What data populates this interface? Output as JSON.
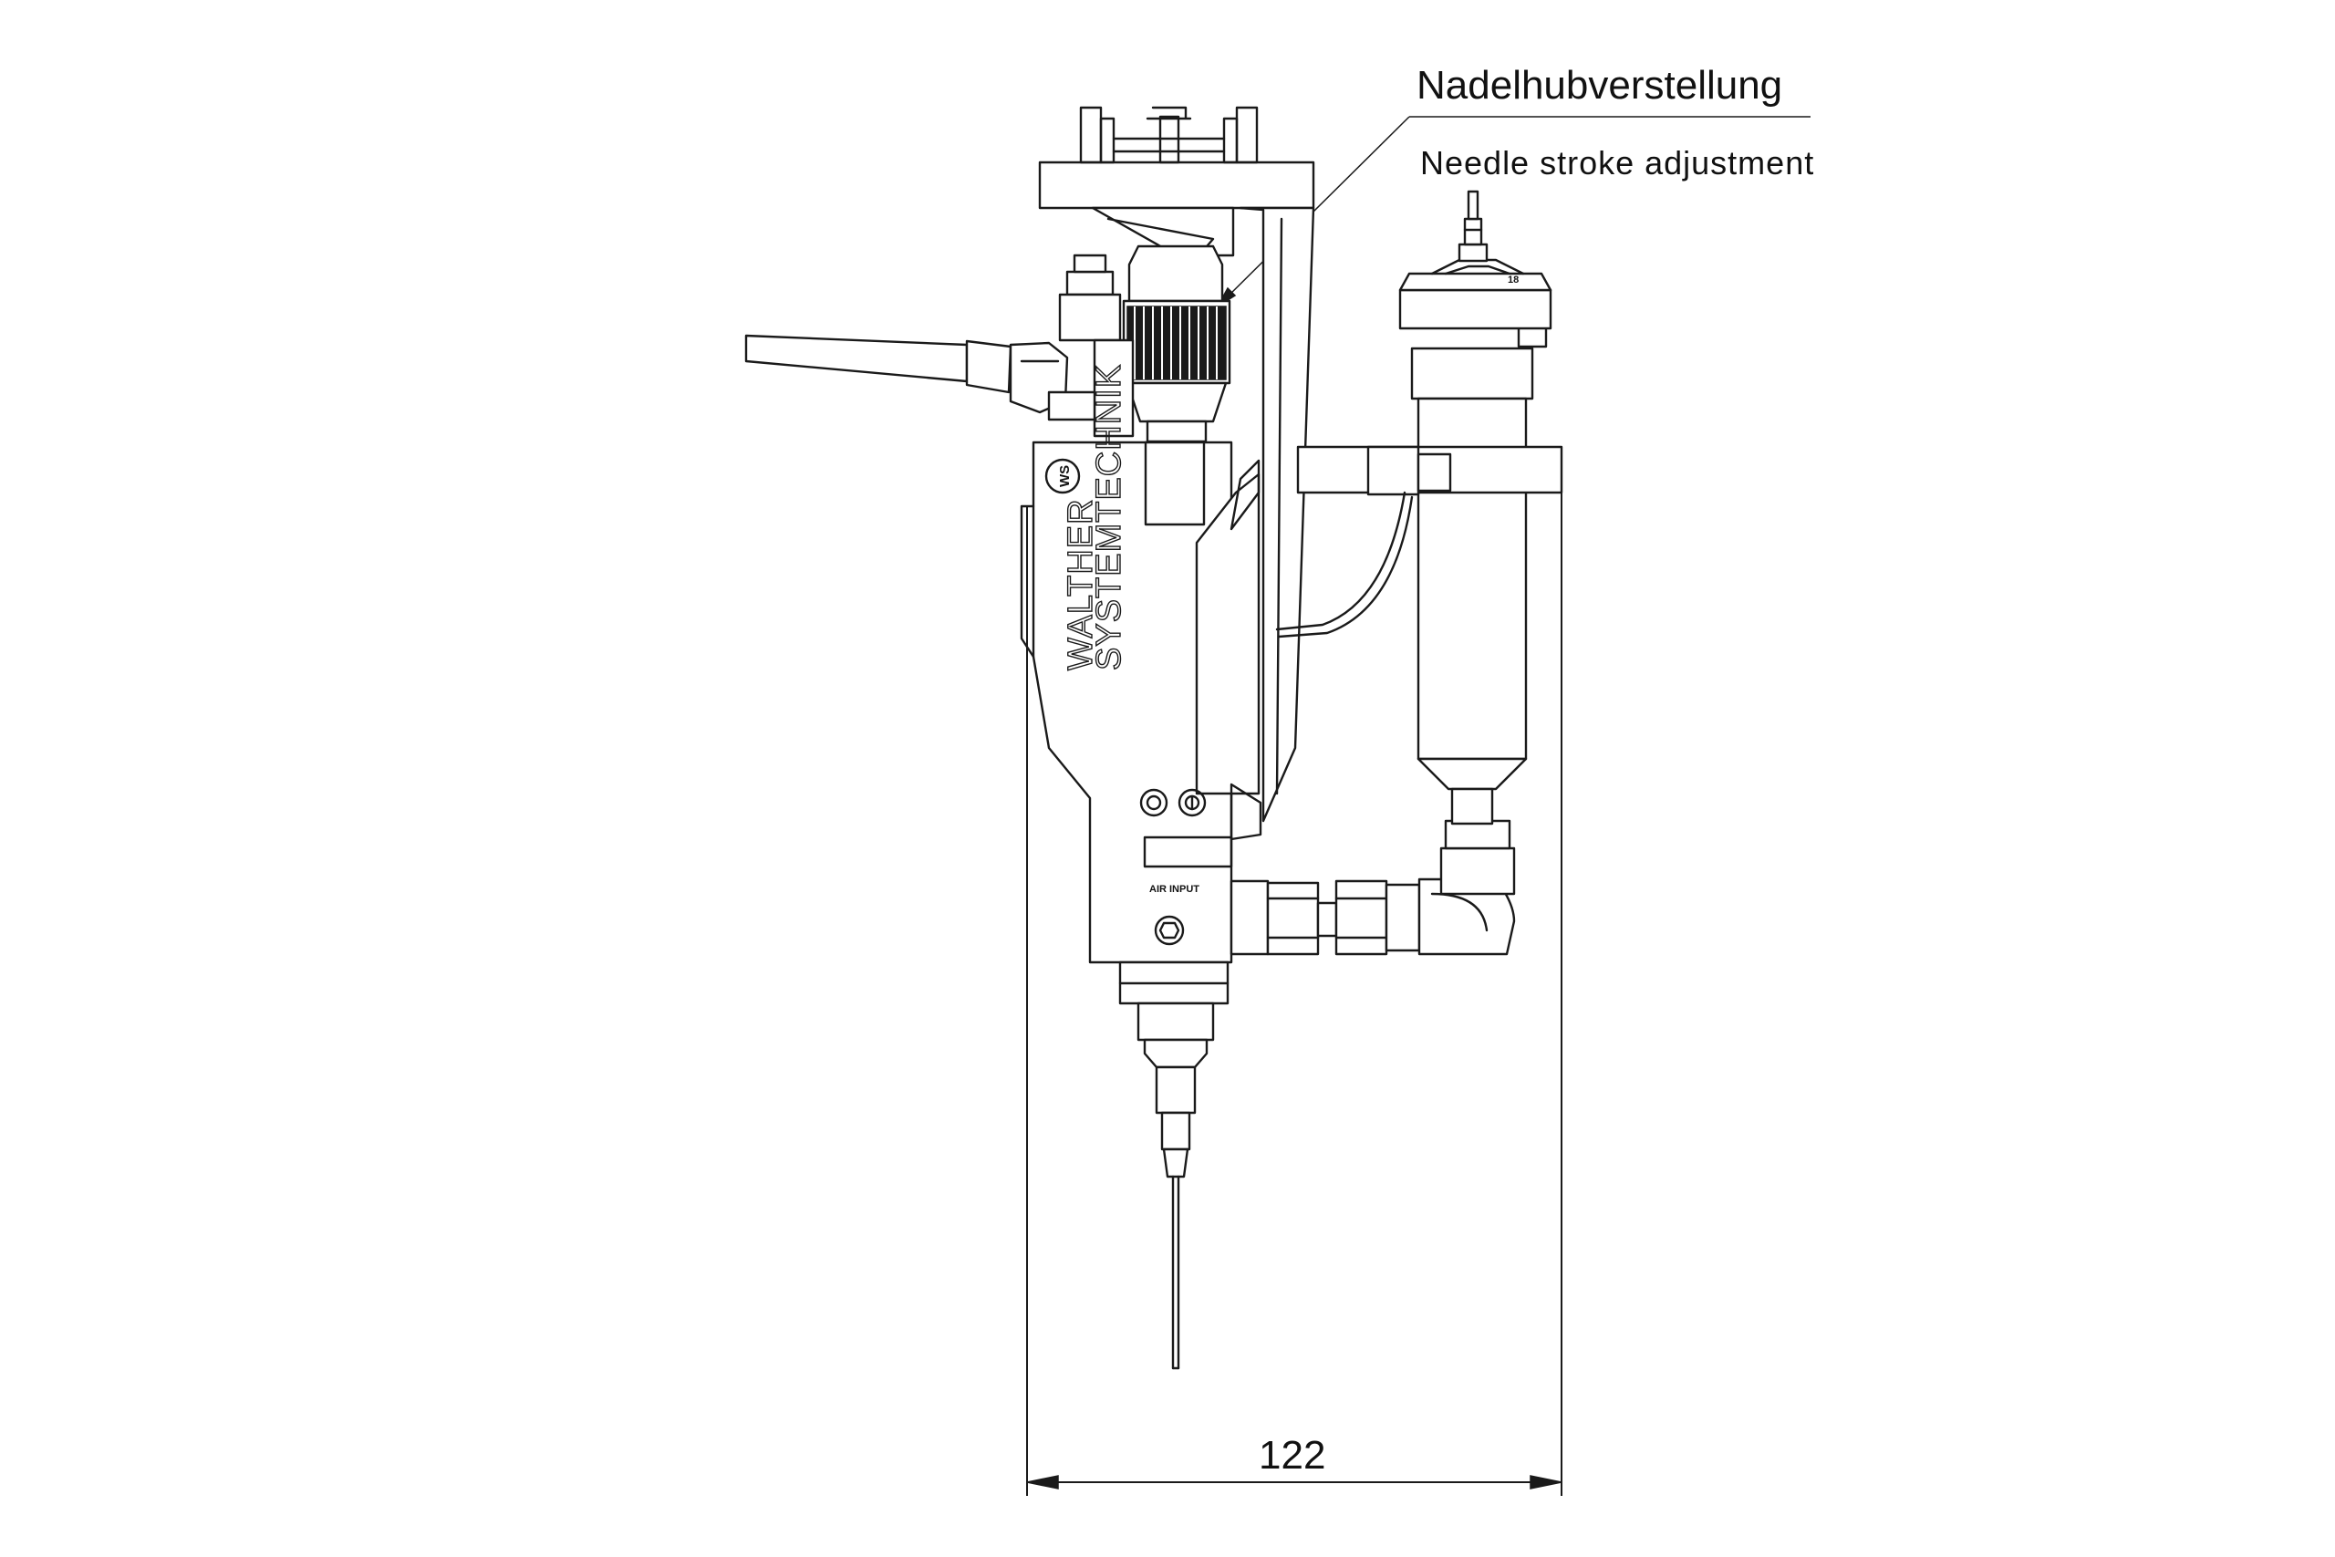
{
  "callout": {
    "title": "Nadelhubverstellung",
    "subtitle": "Needle stroke adjustment"
  },
  "dimension": {
    "value": "122"
  },
  "device": {
    "brand_line1": "WALTHER",
    "brand_line2": "SYSTEMTECHNIK",
    "logo": "WS",
    "port_label": "AIR INPUT",
    "cap_mark": "18"
  }
}
